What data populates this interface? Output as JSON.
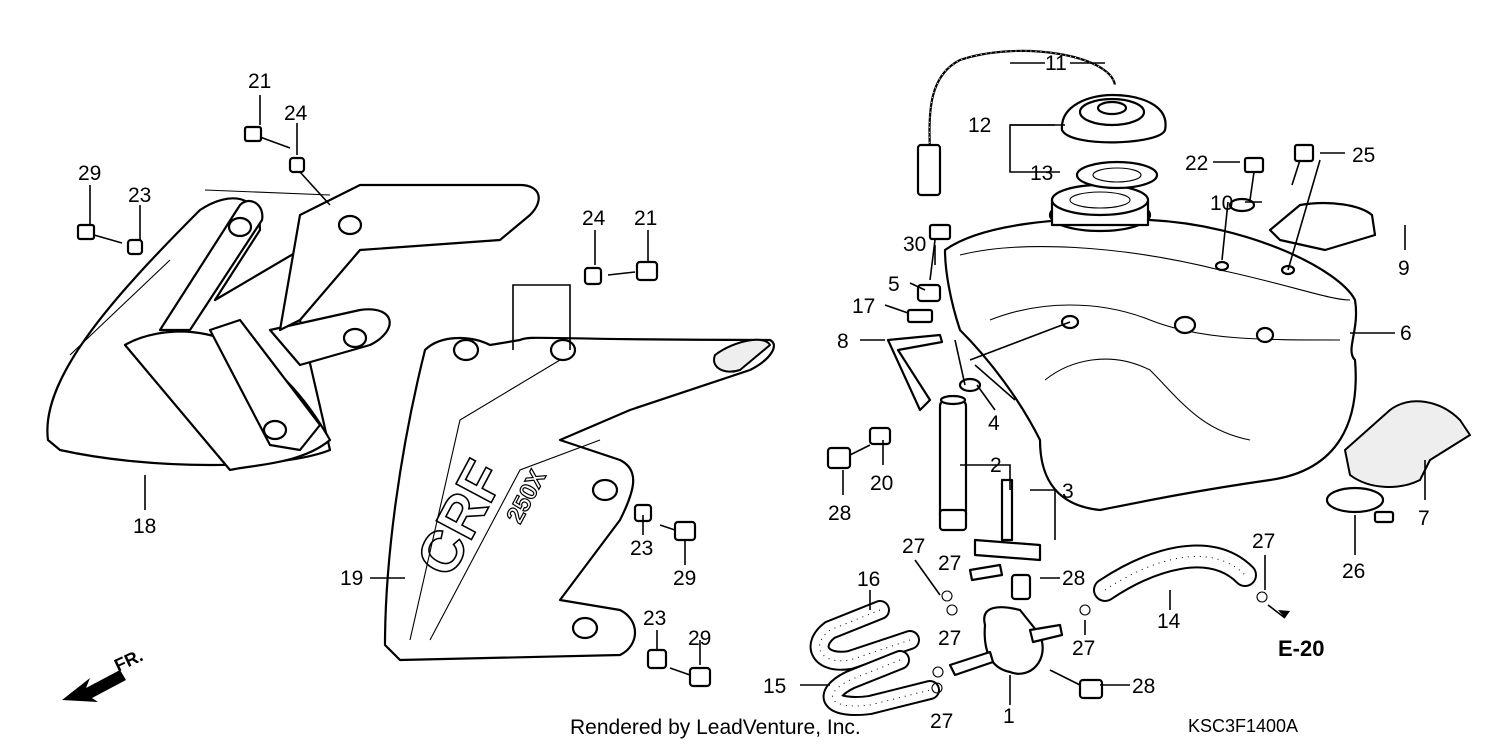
{
  "footer": {
    "rendered_by": "Rendered by LeadVenture, Inc.",
    "diagram_code": "KSC3F1400A"
  },
  "reference": {
    "label": "E-20"
  },
  "direction": {
    "label": "FR."
  },
  "decals": {
    "shroud_logo": "CRF",
    "shroud_model": "250X"
  },
  "callouts": [
    "1",
    "2",
    "3",
    "4",
    "5",
    "6",
    "7",
    "8",
    "9",
    "10",
    "11",
    "12",
    "13",
    "14",
    "15",
    "16",
    "17",
    "18",
    "19",
    "20",
    "21",
    "21",
    "22",
    "23",
    "23",
    "23",
    "24",
    "24",
    "25",
    "26",
    "27",
    "27",
    "27",
    "27",
    "27",
    "27",
    "28",
    "28",
    "28",
    "29",
    "29",
    "29",
    "30"
  ]
}
